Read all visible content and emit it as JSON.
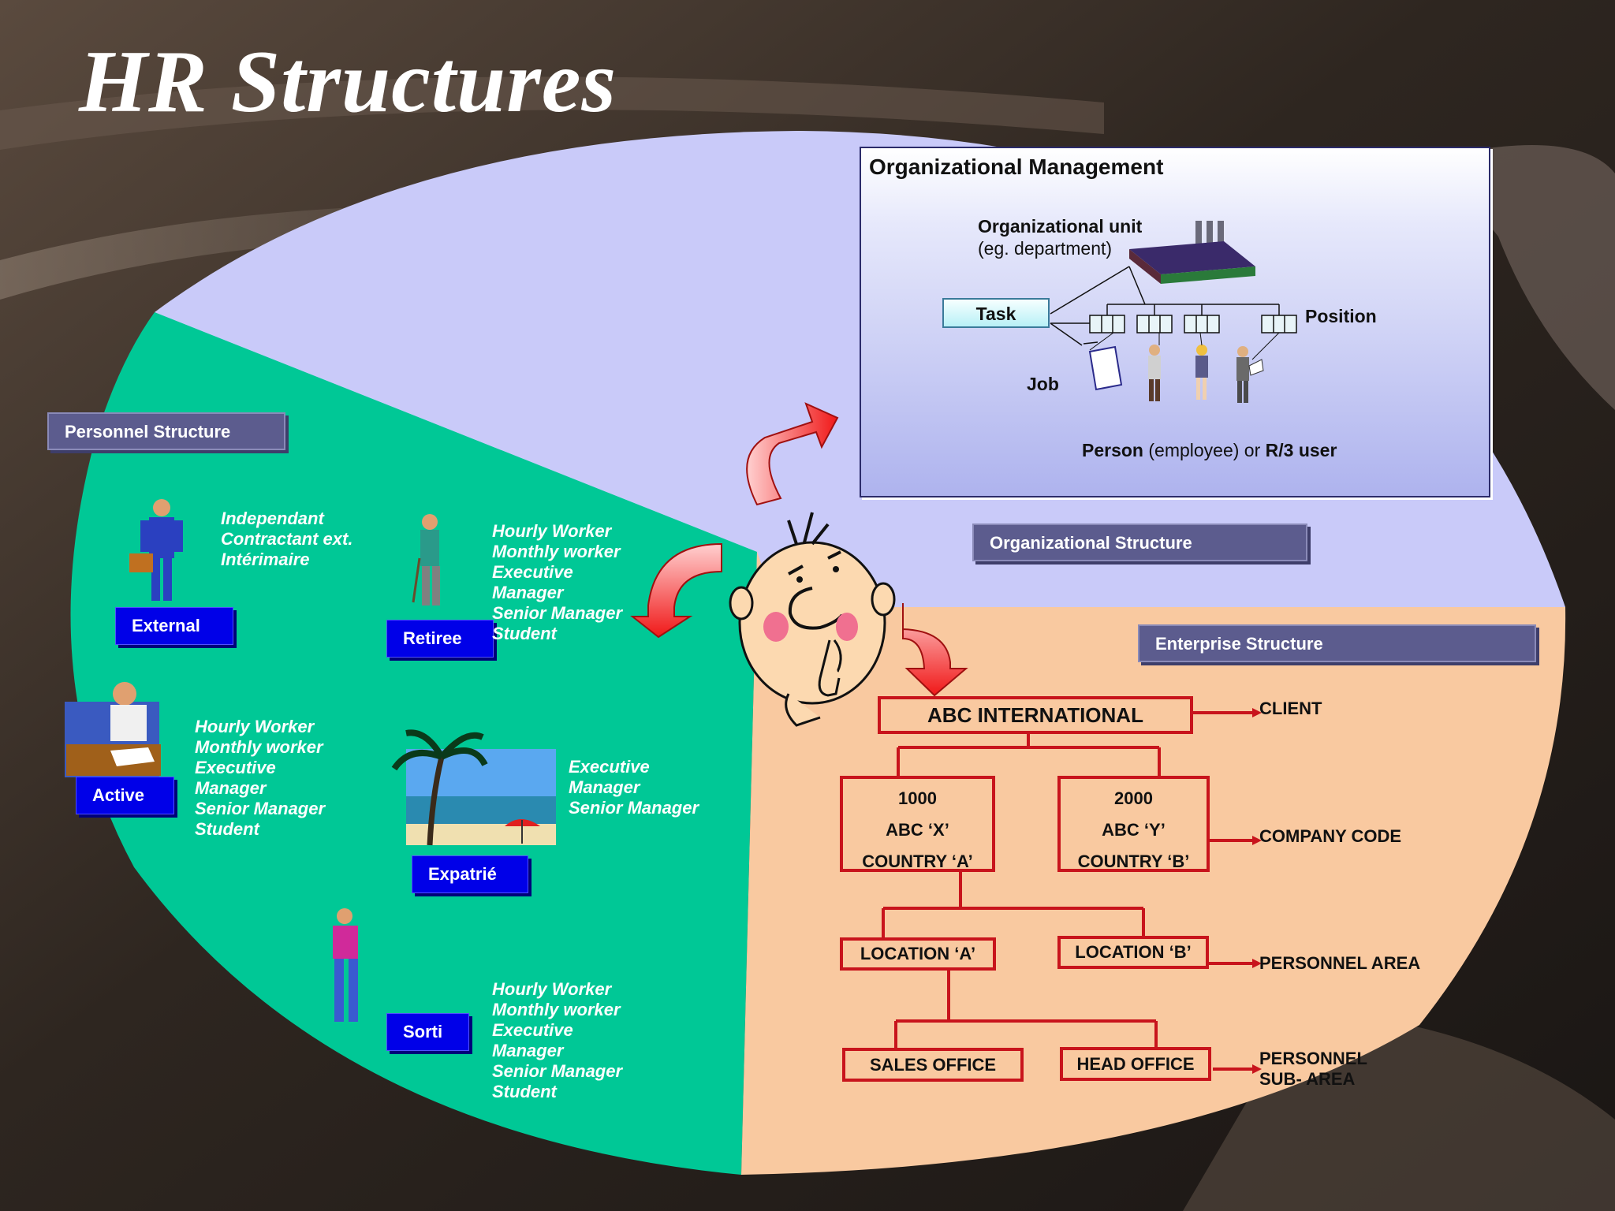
{
  "slide": {
    "title": "HR Structures"
  },
  "personnel_structure": {
    "label": "Personnel Structure",
    "groups": [
      {
        "button": "External",
        "roles": [
          "Independant",
          "Contractant ext.",
          "Intérimaire"
        ]
      },
      {
        "button": "Retiree",
        "roles": [
          "Hourly Worker",
          "Monthly worker",
          "Executive",
          "Manager",
          "Senior Manager",
          "Student"
        ]
      },
      {
        "button": "Active",
        "roles": [
          "Hourly Worker",
          "Monthly worker",
          "Executive",
          "Manager",
          "Senior Manager",
          "Student"
        ]
      },
      {
        "button": "Expatrié",
        "roles": [
          "Executive",
          "Manager",
          "Senior Manager"
        ]
      },
      {
        "button": "Sorti",
        "roles": [
          "Hourly Worker",
          "Monthly worker",
          "Executive",
          "Manager",
          "Senior Manager",
          "Student"
        ]
      }
    ]
  },
  "organizational_structure": {
    "label": "Organizational Structure",
    "panel": {
      "title": "Organizational Management",
      "org_unit_line1": "Organizational unit",
      "org_unit_line2": "(eg. department)",
      "task": "Task",
      "position": "Position",
      "job": "Job",
      "person_part1": "Person",
      "person_part2": "(employee) or",
      "person_part3": "R/3 user"
    }
  },
  "enterprise_structure": {
    "label": "Enterprise Structure",
    "client_box": "ABC INTERNATIONAL",
    "company_codes": [
      {
        "code": "1000",
        "name": "ABC ‘X’",
        "country": "COUNTRY ‘A’"
      },
      {
        "code": "2000",
        "name": "ABC ‘Y’",
        "country": "COUNTRY ‘B’"
      }
    ],
    "locations": [
      "LOCATION ‘A’",
      "LOCATION ‘B’"
    ],
    "offices": [
      "SALES OFFICE",
      "HEAD OFFICE"
    ],
    "level_labels": {
      "client": "CLIENT",
      "company_code": "COMPANY CODE",
      "personnel_area": "PERSONNEL AREA",
      "personnel_sub_area_1": "PERSONNEL",
      "personnel_sub_area_2": "SUB- AREA"
    }
  },
  "colors": {
    "personnel_region": "#00c896",
    "organizational_region": "#c9caf9",
    "enterprise_region": "#f9c9a0",
    "button_blue": "#0000e8",
    "box_red": "#c8141c"
  }
}
